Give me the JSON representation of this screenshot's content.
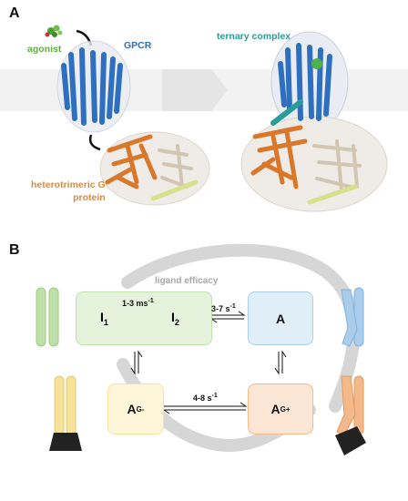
{
  "panelA": {
    "letter": "A",
    "agonist_label": "agonist",
    "gpcr_label": "GPCR",
    "ternary_label": "ternary complex",
    "gprotein_label_line1": "heterotrimeric G",
    "gprotein_label_line2": "protein"
  },
  "panelB": {
    "letter": "B",
    "efficacy_label": "ligand efficacy",
    "states": {
      "I1_main": "I",
      "I1_sub": "1",
      "I2_main": "I",
      "I2_sub": "2",
      "A": "A",
      "AGminus_main": "A",
      "AGminus_sup": "G-",
      "AGplus_main": "A",
      "AGplus_sup": "G+"
    },
    "rates": {
      "i1_i2_value": "1-3 ms",
      "i1_i2_exp": "-1",
      "i2_a_value": "3-7 s",
      "i2_a_exp": "-1",
      "ag_value": "4-8 s",
      "ag_exp": "-1"
    }
  },
  "colors": {
    "green": "#bfe0a8",
    "green_box": "#e6f3dc",
    "blue": "#a9cdea",
    "blue_box": "#e0eef8",
    "yellow": "#f6e29a",
    "yellow_box": "#fdf6d8",
    "orange": "#f3b98a",
    "orange_box": "#fbe6d6",
    "gprotein_orange": "#d9782a",
    "gpcr_blue": "#2f6fc0"
  }
}
